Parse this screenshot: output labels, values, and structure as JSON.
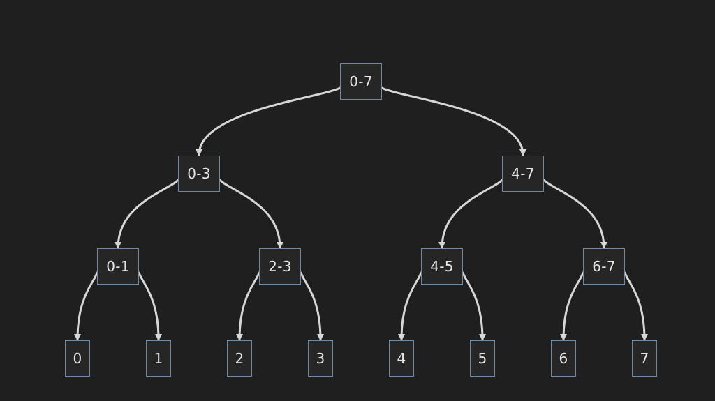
{
  "colors": {
    "background": "#1f1f1f",
    "edge": "#d6d6d6",
    "node_border": "#6c8aa6",
    "node_text": "#e6e6e6"
  },
  "tree": {
    "nodes": [
      {
        "id": "n07",
        "label": "0-7"
      },
      {
        "id": "n03",
        "label": "0-3"
      },
      {
        "id": "n47",
        "label": "4-7"
      },
      {
        "id": "n01",
        "label": "0-1"
      },
      {
        "id": "n23",
        "label": "2-3"
      },
      {
        "id": "n45",
        "label": "4-5"
      },
      {
        "id": "n67",
        "label": "6-7"
      },
      {
        "id": "n0",
        "label": "0"
      },
      {
        "id": "n1",
        "label": "1"
      },
      {
        "id": "n2",
        "label": "2"
      },
      {
        "id": "n3",
        "label": "3"
      },
      {
        "id": "n4",
        "label": "4"
      },
      {
        "id": "n5",
        "label": "5"
      },
      {
        "id": "n6",
        "label": "6"
      },
      {
        "id": "n7",
        "label": "7"
      }
    ],
    "edges": [
      {
        "from": "n07",
        "to": "n03"
      },
      {
        "from": "n07",
        "to": "n47"
      },
      {
        "from": "n03",
        "to": "n01"
      },
      {
        "from": "n03",
        "to": "n23"
      },
      {
        "from": "n47",
        "to": "n45"
      },
      {
        "from": "n47",
        "to": "n67"
      },
      {
        "from": "n01",
        "to": "n0"
      },
      {
        "from": "n01",
        "to": "n1"
      },
      {
        "from": "n23",
        "to": "n2"
      },
      {
        "from": "n23",
        "to": "n3"
      },
      {
        "from": "n45",
        "to": "n4"
      },
      {
        "from": "n45",
        "to": "n5"
      },
      {
        "from": "n67",
        "to": "n6"
      },
      {
        "from": "n67",
        "to": "n7"
      }
    ]
  }
}
